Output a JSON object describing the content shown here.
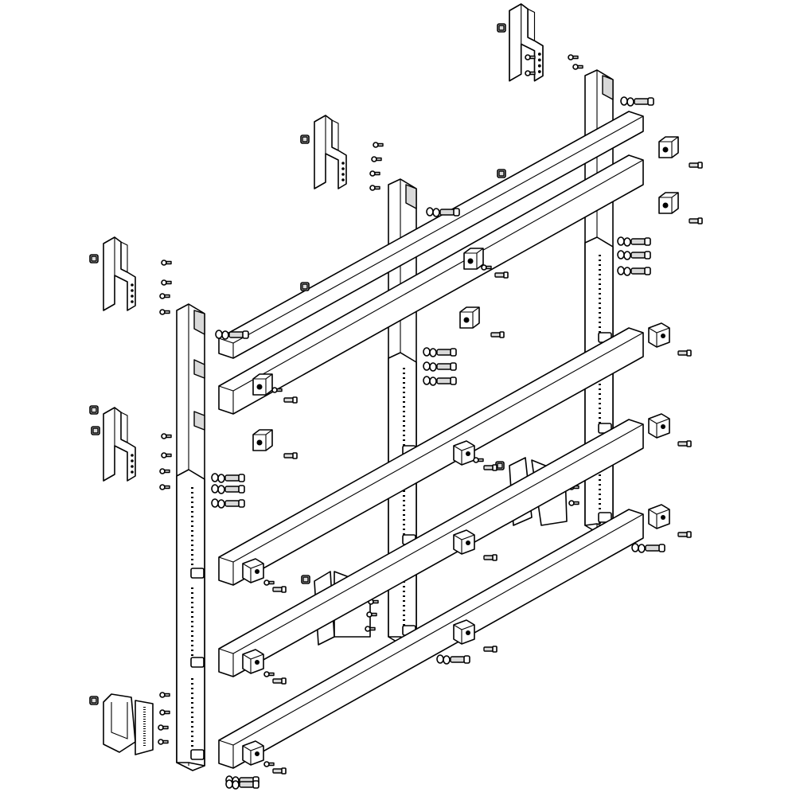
{
  "diagram": {
    "type": "exploded-assembly",
    "colors": {
      "line": "#000000",
      "fill": "#ffffff",
      "shade": "#d9d9d9"
    },
    "rails": [
      {
        "id": "rail-a",
        "count": 1
      },
      {
        "id": "rail-b",
        "count": 1
      },
      {
        "id": "rail-c",
        "count": 1
      }
    ],
    "busbars": {
      "upper_count": 2,
      "lower_count": 3
    },
    "wall_brackets": 5,
    "icons": [
      "bolt-icon",
      "washer-icon",
      "nut-icon",
      "clamp-block-icon"
    ]
  }
}
